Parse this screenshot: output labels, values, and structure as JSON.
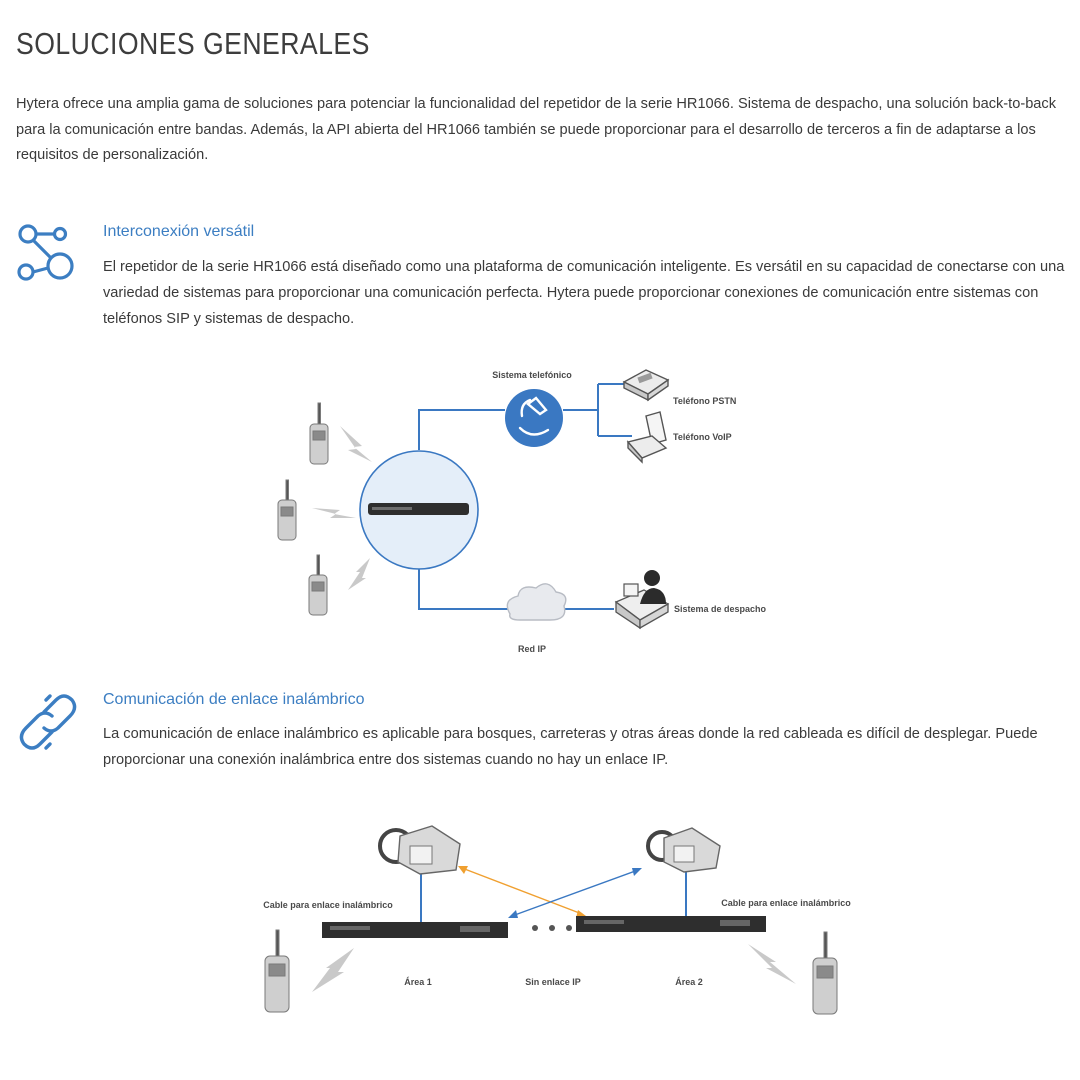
{
  "title": "SOLUCIONES GENERALES",
  "intro": "Hytera ofrece una amplia gama de soluciones para potenciar la funcionalidad del repetidor de la serie HR1066. Sistema de despacho, una solución back-to-back para la comunicación entre bandas. Además, la API abierta del HR1066 también se puede proporcionar para el desarrollo de terceros a fin de adaptarse a los requisitos de personalización.",
  "sections": [
    {
      "icon": "network-nodes-icon",
      "title": "Interconexión versátil",
      "body": "El repetidor de la serie HR1066 está diseñado como una plataforma de comunicación inteligente. Es versátil en su capacidad de conectarse con una variedad de sistemas para proporcionar una comunicación perfecta. Hytera puede proporcionar conexiones de comunicación entre sistemas con teléfonos SIP y sistemas de despacho."
    },
    {
      "icon": "chain-link-icon",
      "title": "Comunicación de enlace inalámbrico",
      "body": "La comunicación de enlace inalámbrico es aplicable para bosques, carreteras y otras áreas donde la red cableada es difícil de desplegar. Puede proporcionar una conexión inalámbrica entre dos sistemas cuando no hay un enlace IP."
    }
  ],
  "diagram1": {
    "telephone_system": "Sistema telefónico",
    "pstn_phone": "Teléfono PSTN",
    "voip_phone": "Teléfono VoIP",
    "dispatch_system": "Sistema de despacho",
    "ip_network": "Red IP"
  },
  "diagram2": {
    "cable_left": "Cable para enlace inalámbrico",
    "cable_right": "Cable para enlace inalámbrico",
    "area1": "Área 1",
    "no_ip": "Sin enlace IP",
    "area2": "Área 2"
  },
  "colors": {
    "accent": "#3c7ec2",
    "line": "#3a78c2",
    "circle_fill": "#e4eef9",
    "orange_link": "#f0a030"
  }
}
